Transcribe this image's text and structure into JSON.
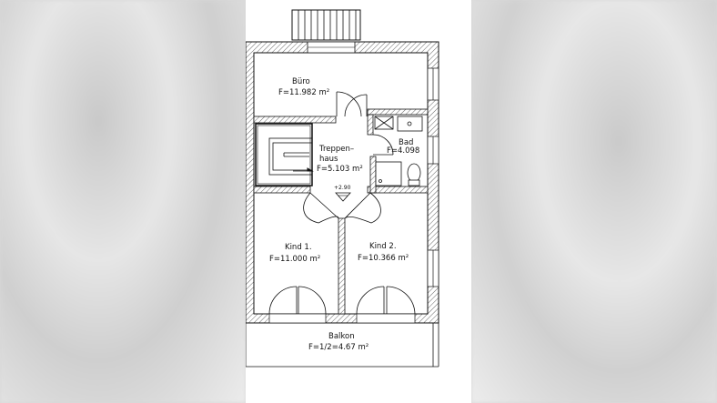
{
  "rooms": {
    "buero": {
      "name": "Büro",
      "area": "F=11.982 m²"
    },
    "treppenhaus": {
      "name_line1": "Treppen–",
      "name_line2": "haus",
      "area": "F=5.103 m²"
    },
    "bad": {
      "name": "Bad",
      "area": "F=4.098"
    },
    "kind1": {
      "name": "Kind 1.",
      "area": "F=11.000 m²"
    },
    "kind2": {
      "name": "Kind 2.",
      "area": "F=10.366 m²"
    },
    "balkon": {
      "name": "Balkon",
      "area": "F=1/2=4.67 m²"
    }
  },
  "level_marker": "+2.90",
  "colors": {
    "wall_fill": "#ffffff",
    "wall_hatch": "#777777",
    "line": "#111111",
    "background": "#d9d9d9"
  }
}
